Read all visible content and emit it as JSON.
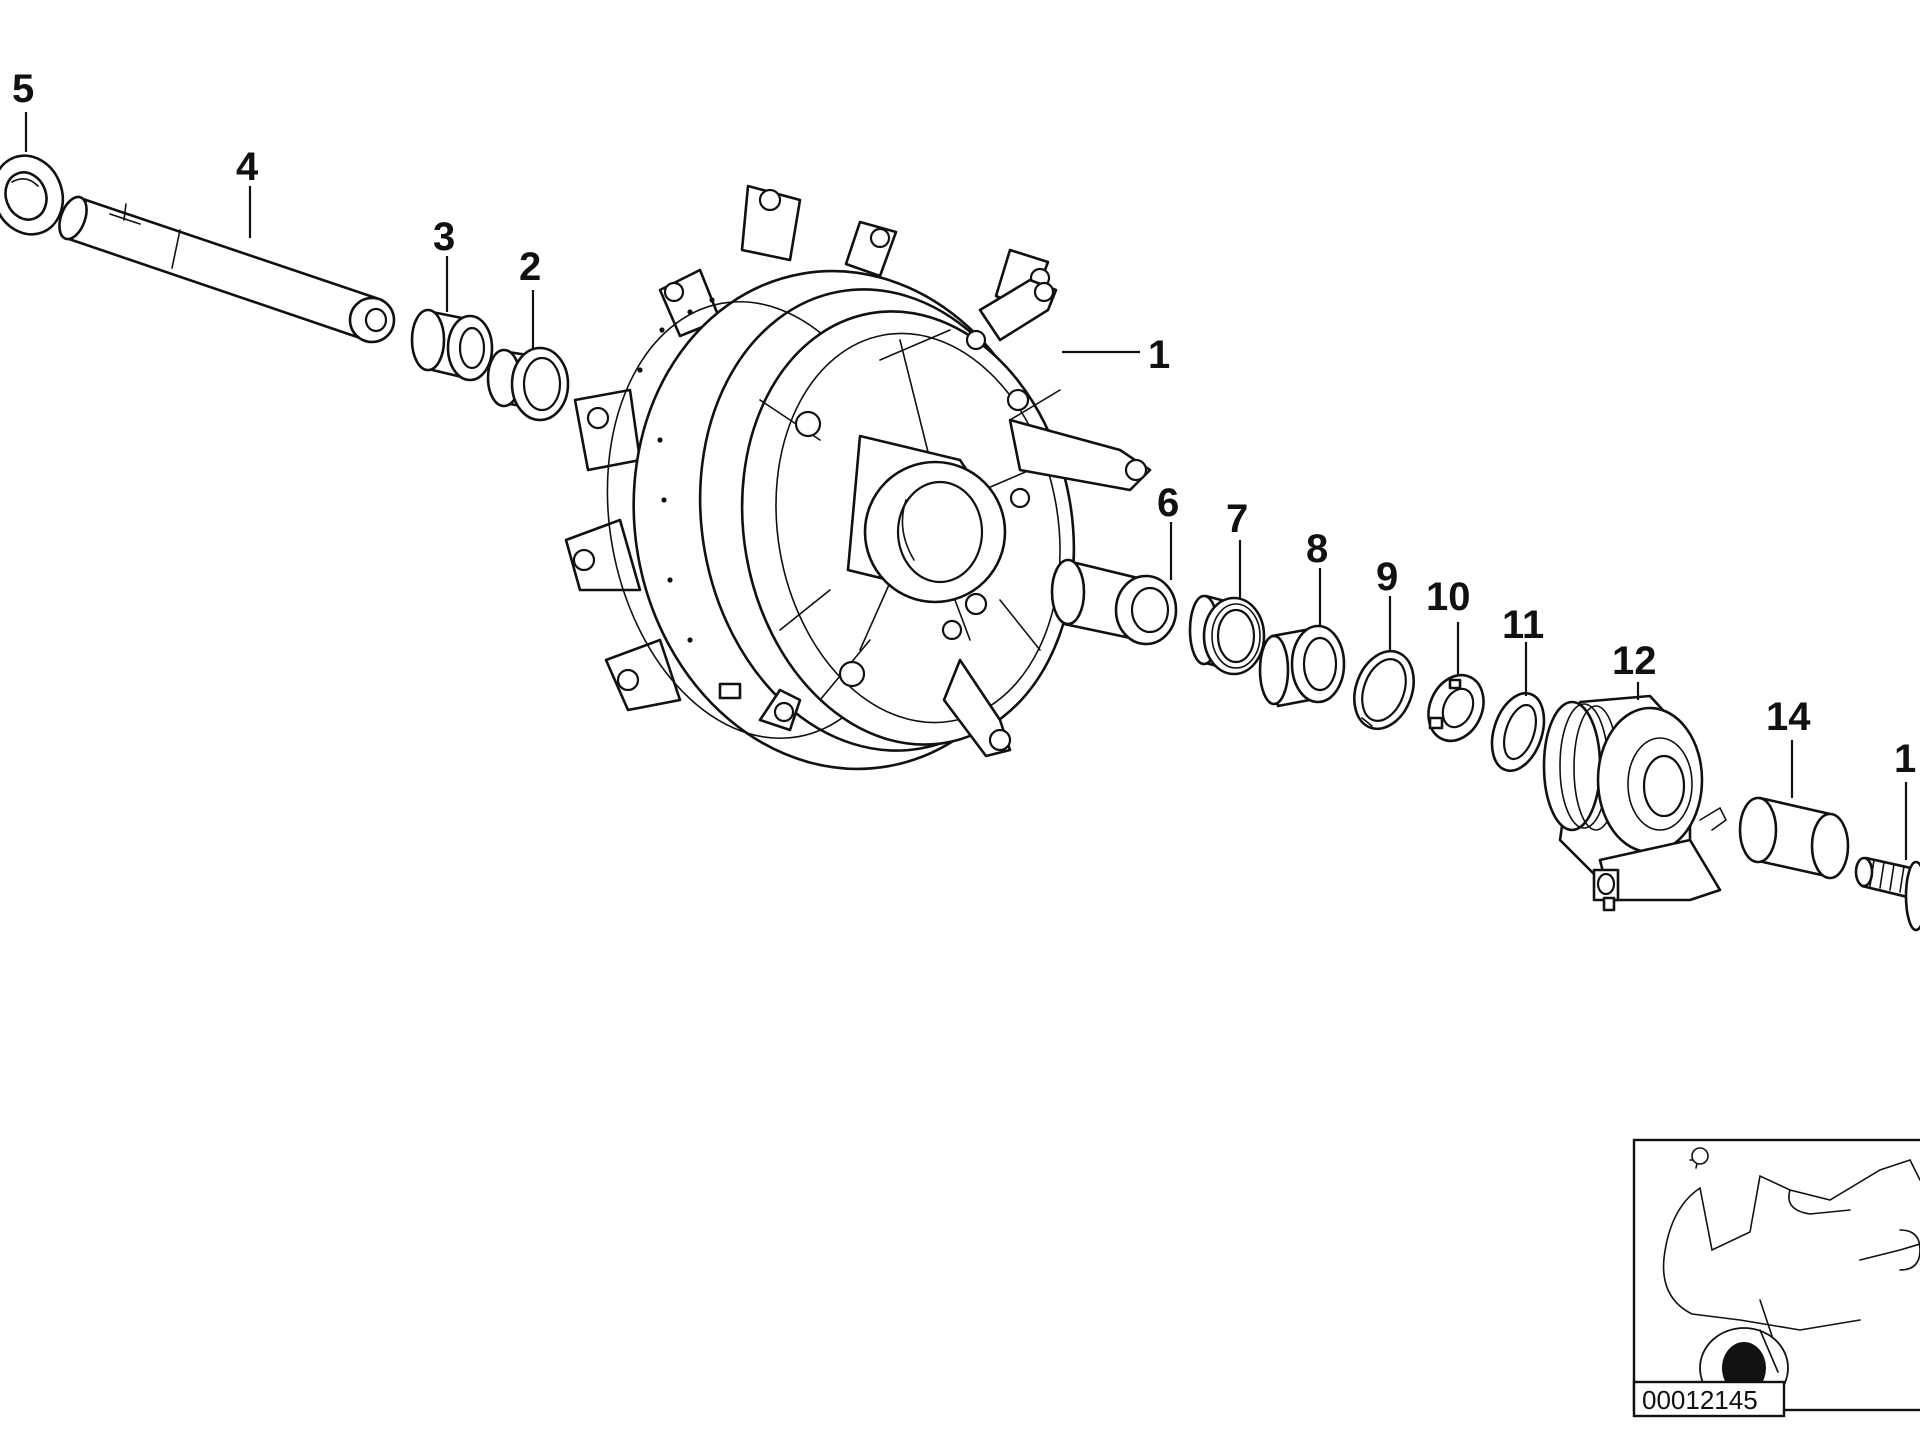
{
  "labels": {
    "p1": "1",
    "p2": "2",
    "p3": "3",
    "p4": "4",
    "p5": "5",
    "p6": "6",
    "p7": "7",
    "p8": "8",
    "p9": "9",
    "p10": "10",
    "p11": "11",
    "p12": "12",
    "p14": "14",
    "p15": "1"
  },
  "reference_number": "00012145",
  "colors": {
    "ink": "#111111",
    "paper": "#ffffff"
  }
}
